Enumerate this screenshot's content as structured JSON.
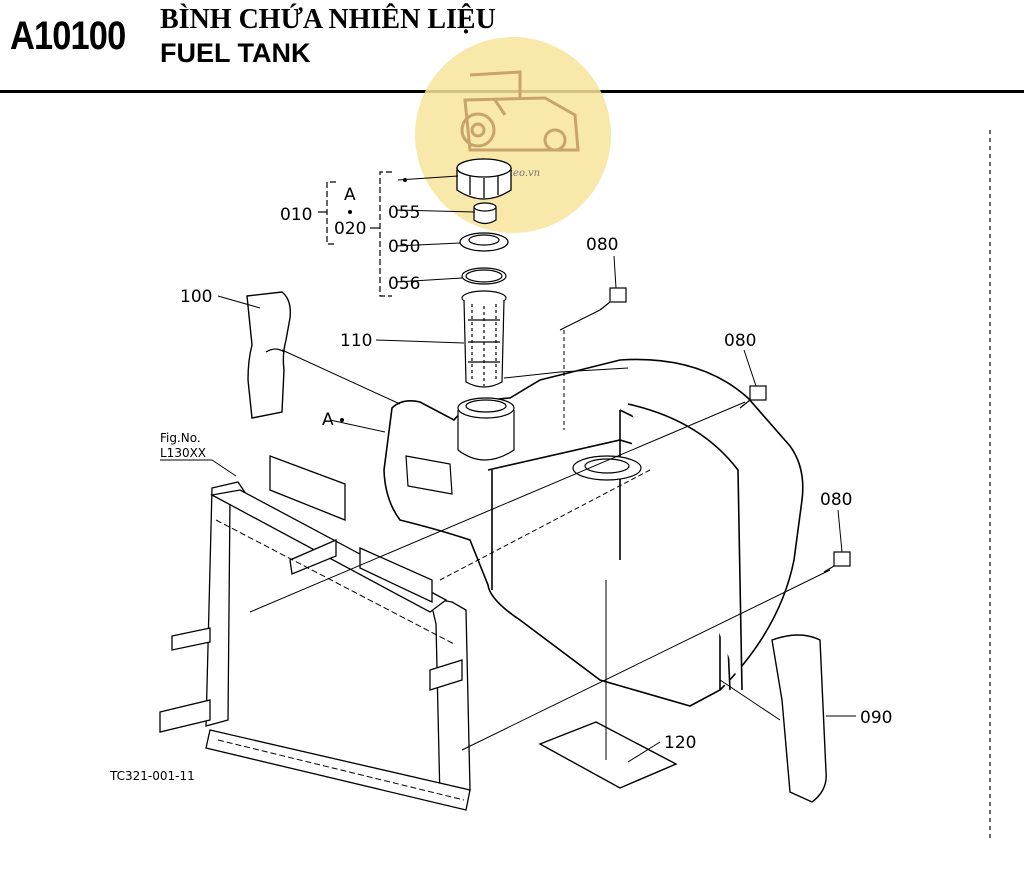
{
  "header": {
    "code": "A10100",
    "title_vn": "BÌNH CHỨA NHIÊN LIỆU",
    "title_en": "FUEL TANK"
  },
  "watermark": {
    "text": "maykeo.vn",
    "color": "#f7e49a"
  },
  "labels": {
    "p010": "010",
    "p020": "020",
    "groupA": "A",
    "p055": "055",
    "p050": "050",
    "p056": "056",
    "p100": "100",
    "p110": "110",
    "p080a": "080",
    "p080b": "080",
    "p080c": "080",
    "calloutA": "A",
    "fig_no": "Fig.No.",
    "fig_ref": "L130XX",
    "p090": "090",
    "p120": "120",
    "drawing_id": "TC321-001-11"
  }
}
